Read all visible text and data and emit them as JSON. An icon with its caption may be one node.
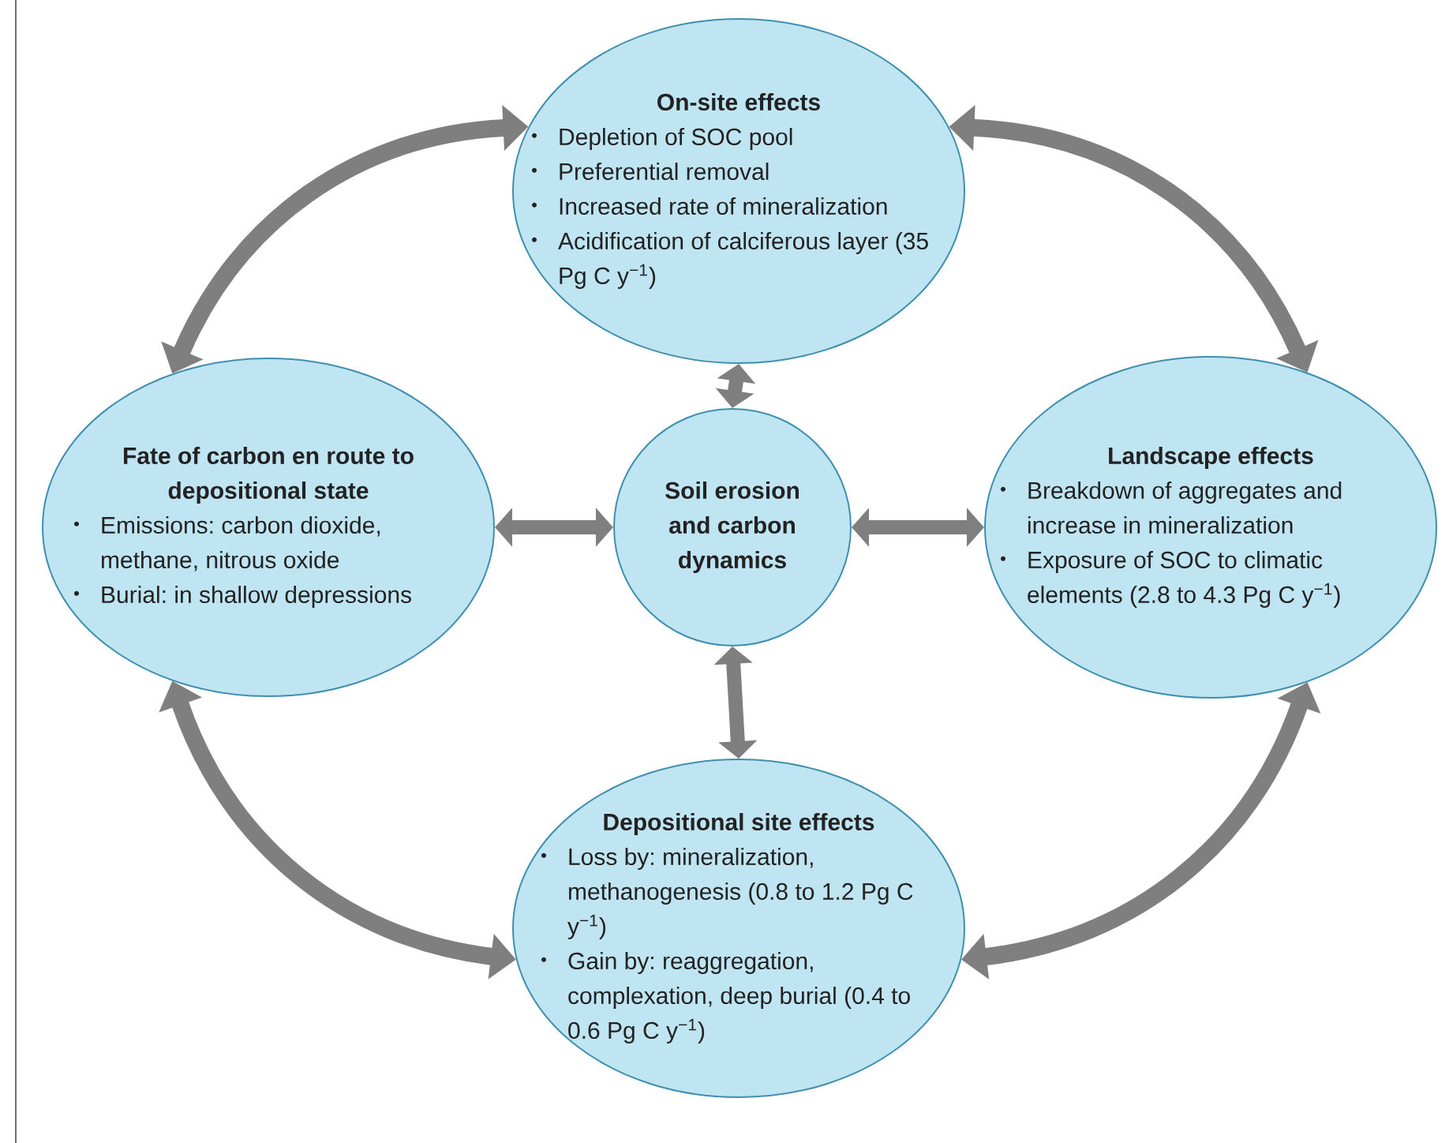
{
  "diagram": {
    "nodes": [
      {
        "text": [
          "On-site effects",
          "Depletion of SOC pool",
          "Preferential removal",
          "Increased rate of mineralization",
          "Acidification of calciferous layer (35 Pg C y$^{−1}$)"
        ]
      },
      {
        "text": [
          "Fate of carbon en route to depositional state",
          "Emissions: carbon dioxide, methane, nitrous oxide",
          "Burial: in shallow depressions"
        ]
      },
      {
        "text": [
          "Soil erosion and carbon dynamics"
        ]
      },
      {
        "text": [
          "Landscape effects",
          "Breakdown of aggregates and increase in mineralization",
          "Exposure of SOC to climatic elements (2.8 to 4.3 Pg C y$^{−1}$)"
        ]
      },
      {
        "text": [
          "Depositional site effects",
          "Loss by: mineralization, methanogenesis (0.8 to 1.2 Pg C y$^{−1}$)",
          "Gain by: reaggregation, complexation, deep burial (0.4 to 0.6 Pg C y$^{−1}$)"
        ]
      }
    ],
    "edges": [
      {
        "from": 2,
        "to": 0,
        "arrow": "both"
      },
      {
        "from": 2,
        "to": 1,
        "arrow": "both"
      },
      {
        "from": 2,
        "to": 3,
        "arrow": "both"
      },
      {
        "from": 2,
        "to": 4,
        "arrow": "both"
      },
      {
        "from": 0,
        "to": 1,
        "arrow": "both"
      },
      {
        "from": 0,
        "to": 3,
        "arrow": "both"
      },
      {
        "from": 4,
        "to": 1,
        "arrow": "both"
      },
      {
        "from": 4,
        "to": 3,
        "arrow": "both"
      }
    ]
  }
}
